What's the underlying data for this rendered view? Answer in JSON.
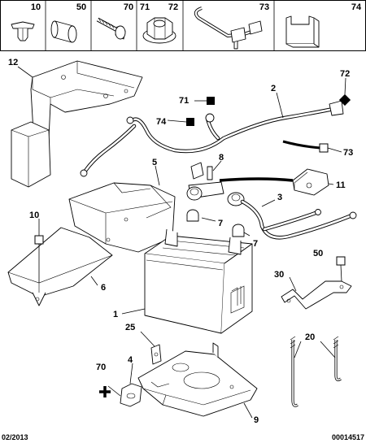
{
  "header_parts": [
    {
      "ref": "10",
      "icon": "push-rivet-icon"
    },
    {
      "ref": "50",
      "icon": "rubber-cap-icon"
    },
    {
      "ref": "70",
      "icon": "bolt-icon"
    },
    {
      "ref": "71",
      "icon": "flange-nut-icon"
    },
    {
      "ref": "72",
      "icon": "flange-nut-icon"
    },
    {
      "ref": "73",
      "icon": "cable-clip-icon"
    },
    {
      "ref": "74",
      "icon": "clip-icon"
    }
  ],
  "callouts": {
    "c1": "1",
    "c2": "2",
    "c3": "3",
    "c4": "4",
    "c5": "5",
    "c6": "6",
    "c7a": "7",
    "c7b": "7",
    "c8": "8",
    "c9": "9",
    "c10": "10",
    "c11": "11",
    "c12": "12",
    "c20": "20",
    "c25": "25",
    "c30": "30",
    "c50": "50",
    "c70": "70",
    "c71": "71",
    "c72": "72",
    "c73": "73",
    "c74": "74"
  },
  "footer": {
    "date": "02/2013",
    "reference": "00014517"
  }
}
